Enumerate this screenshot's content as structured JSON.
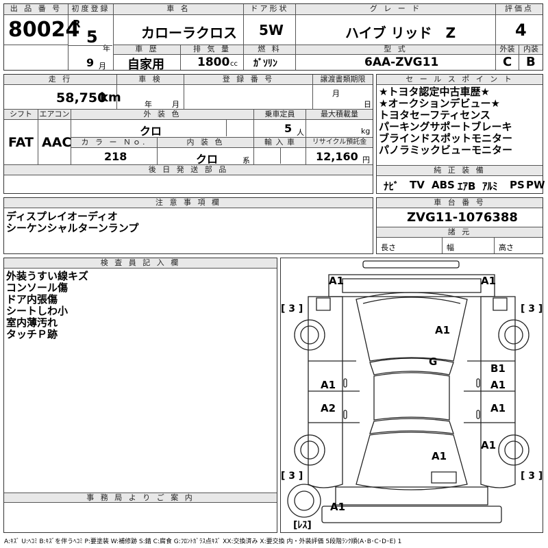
{
  "header": {
    "lot_label": "出 品 番 号",
    "lot_number": "80024",
    "first_reg_label": "初度登録",
    "era_letter": "R",
    "reg_year": "5",
    "year_unit": "年",
    "reg_month": "9",
    "month_unit": "月",
    "car_name_label": "車 名",
    "car_name": "カローラクロス",
    "door_label": "ドア形状",
    "door": "5W",
    "grade_label": "グ レ ー ド",
    "grade": "ハイブ リッド　Z",
    "score_label": "評価点",
    "score": "4",
    "history_label": "車 歴",
    "history": "自家用",
    "displacement_label": "排 気 量",
    "displacement": "1800",
    "displacement_unit": "cc",
    "fuel_label": "燃 料",
    "fuel": "ｶﾞｿﾘﾝ",
    "model_label": "型 式",
    "model": "6AA-ZVG11",
    "exterior_label": "外装",
    "exterior_score": "C",
    "interior_label": "内装",
    "interior_score": "B"
  },
  "row2": {
    "mileage_label": "走 行",
    "mileage": "58,750",
    "mileage_unit": "km",
    "inspection_label": "車 検",
    "year_unit": "年",
    "month_unit": "月",
    "plate_label": "登 録 番 号",
    "transfer_label": "譲渡書類期限",
    "day_unit": "日"
  },
  "row3": {
    "shift_label": "シフト",
    "shift": "FAT",
    "ac_label": "エアコン",
    "ac": "AAC",
    "color_label": "外 装 色",
    "color": "クロ",
    "capacity_label": "乗車定員",
    "capacity": "5",
    "capacity_unit": "人",
    "load_label": "最大積載量",
    "load_unit": "kg",
    "color_no_label": "カ ラ ー Ｎｏ.",
    "color_no": "218",
    "interior_color_label": "内 装 色",
    "interior_color": "クロ",
    "interior_color_unit": "系",
    "import_label": "輸 入 車",
    "recycle_label": "リサイクル預託金",
    "recycle": "12,160",
    "recycle_unit": "円",
    "later_label": "後 日 発 送 部 品"
  },
  "sales_points": {
    "label": "セ ー ル ス ポ イ ン ト",
    "items": [
      "★トヨタ認定中古車歴★",
      "★オークションデビュー★",
      "トヨタセーフティセンス",
      "パーキングサポートブレーキ",
      "ブラインドスポットモニター",
      "パノラミックビューモニター"
    ]
  },
  "equipment": {
    "label": "純 正 装 備",
    "items": [
      "ﾅﾋﾞ",
      "TV",
      "ABS",
      "ｴｱB",
      "ｱﾙﾐ",
      "PS",
      "PW"
    ]
  },
  "notes": {
    "label": "注 意 事 項 欄",
    "items": [
      "ディスプレイオーディオ",
      "シーケンシャルターンランプ"
    ]
  },
  "chassis": {
    "label": "車 台 番 号",
    "number": "ZVG11-1076388",
    "dims_label": "諸 元",
    "length_label": "長さ",
    "width_label": "幅",
    "height_label": "高さ"
  },
  "inspector": {
    "label": "検 査 員 記 入 欄",
    "items": [
      "外装うすい線キズ",
      "コンソール傷",
      "ドア内張傷",
      "シートしわ小",
      "室内薄汚れ",
      "タッチＰ跡"
    ]
  },
  "office": {
    "label": "事 務 局 よ り ご 案 内"
  },
  "diagram": {
    "marks": {
      "front_left": "A1",
      "front_right": "A1",
      "hood": "A1",
      "roof": "G",
      "right_front_door_b": "B1",
      "left_front_door": "A1",
      "right_front_door": "A1",
      "left_rear_door": "A2",
      "right_rear_door": "A1",
      "right_rear_fender": "A1",
      "trunk": "A1",
      "rear_bumper": "A1"
    },
    "tire_labels": [
      "[ 3 ]",
      "[ 3 ]",
      "[ 3 ]",
      "[ 3 ]"
    ],
    "spare_label": "[ﾚｽ]"
  },
  "legend": "A:ｷｽﾞ U:ﾍｺﾐ B:ｷｽﾞを伴うﾍｺﾐ P:要塗装 W:補修跡 S:錆 C:腐食 G:ﾌﾛﾝﾄｶﾞﾗｽ点ｷｽﾞ XX:交換済み X:要交換 内・外装評価 5段階ﾗﾝｸ順(A･B･C･D･E) 1"
}
